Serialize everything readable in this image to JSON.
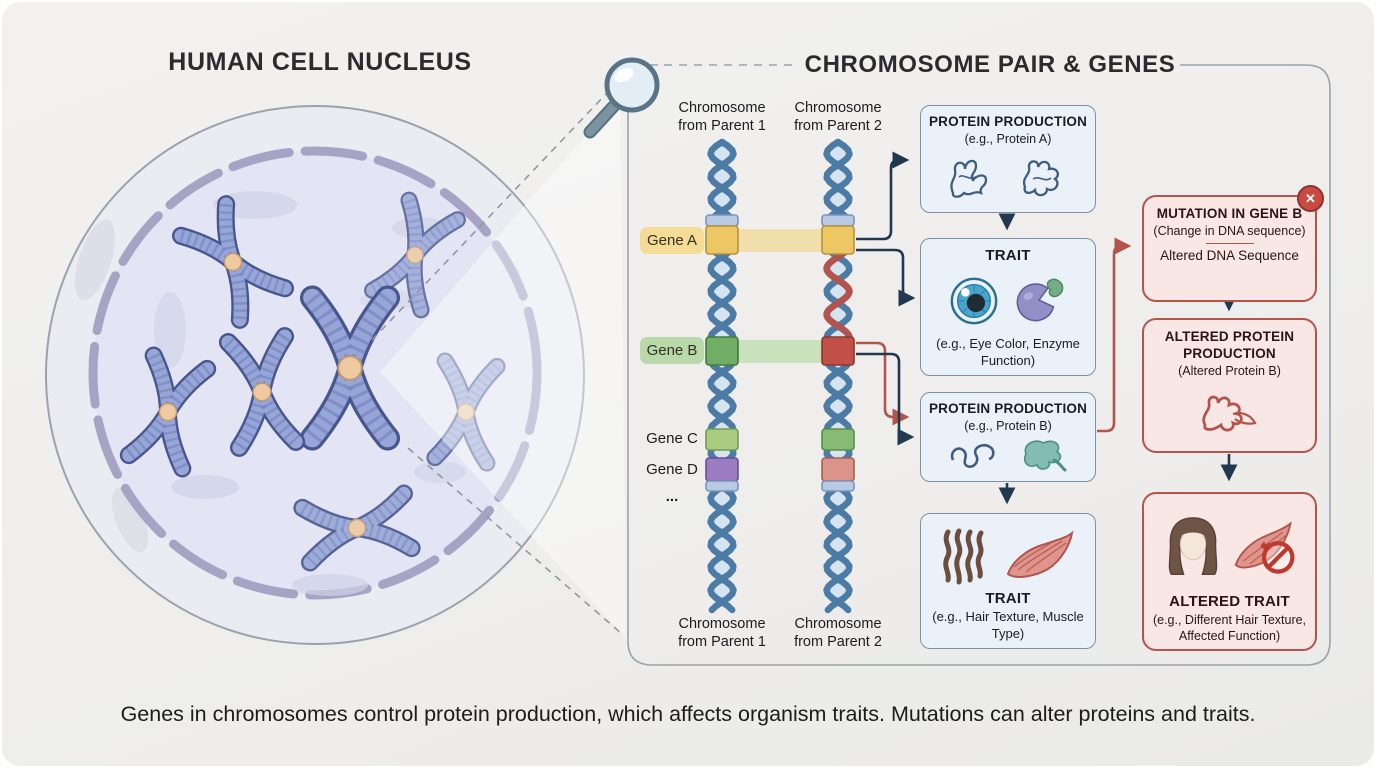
{
  "header": {
    "left_title": "HUMAN CELL NUCLEUS",
    "right_title": "CHROMOSOME PAIR & GENES"
  },
  "chromosomes": {
    "parent1_label": "Chromosome from Parent 1",
    "parent2_label": "Chromosome from Parent 2"
  },
  "genes": {
    "a": "Gene A",
    "b": "Gene B",
    "c": "Gene C",
    "d": "Gene D",
    "ellipsis": "..."
  },
  "flow": {
    "protein_a": {
      "title": "PROTEIN PRODUCTION",
      "subtitle": "(e.g., Protein A)"
    },
    "trait_1": {
      "title": "TRAIT",
      "subtitle": "(e.g., Eye Color, Enzyme Function)"
    },
    "protein_b": {
      "title": "PROTEIN PRODUCTION",
      "subtitle": "(e.g., Protein B)"
    },
    "trait_2": {
      "title": "TRAIT",
      "subtitle": "(e.g., Hair Texture, Muscle Type)"
    }
  },
  "mutation": {
    "main": {
      "title": "MUTATION IN GENE B",
      "subtitle": "(Change in DNA sequence)",
      "note": "Altered DNA Sequence",
      "close_glyph": "✕"
    },
    "altered_protein": {
      "title": "ALTERED PROTEIN PRODUCTION",
      "subtitle": "(Altered Protein B)"
    },
    "altered_trait": {
      "title": "ALTERED TRAIT",
      "subtitle": "(e.g., Different Hair Texture, Affected Function)"
    }
  },
  "caption": "Genes in chromosomes control protein production, which affects organism traits. Mutations can alter proteins and traits.",
  "icons": [
    "magnifier-icon",
    "cell-nucleus-icon",
    "chromosome-icon",
    "dna-helix-icon",
    "protein-icon",
    "eye-icon",
    "enzyme-icon",
    "hair-icon",
    "muscle-icon",
    "woman-hair-icon",
    "no-symbol-icon",
    "close-icon"
  ],
  "colors": {
    "helix": "#4c7ca6",
    "navy": "#22384f",
    "red": "#b2544c",
    "gene_a": "#ecc763",
    "gene_a_border": "#b5913c",
    "gene_b_green": "#6fae64",
    "gene_b_green_border": "#417b3e",
    "gene_b_red": "#c05048",
    "gene_b_red_border": "#8c362f",
    "gene_c1": "#a9cc80",
    "gene_c1_border": "#6f9d4f",
    "gene_c2": "#87ba72",
    "gene_c2_border": "#579046",
    "gene_d1": "#9b7cc0",
    "gene_d1_border": "#6a4f92",
    "gene_d2": "#dc938a",
    "gene_d2_border": "#a85e55",
    "band_a_connector": "#f0dc9f",
    "band_b_connector": "#c2dfb4",
    "badge_a": "#f5dc96",
    "badge_b": "#b9d9ab"
  }
}
